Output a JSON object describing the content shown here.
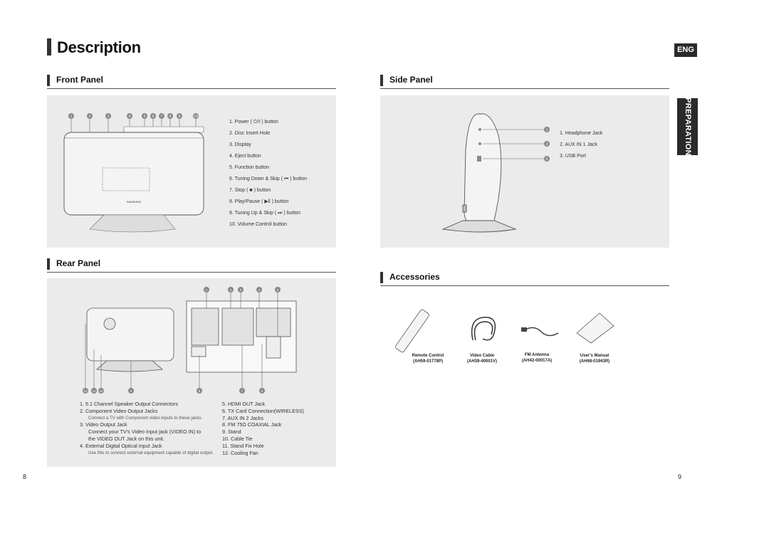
{
  "page": {
    "title": "Description",
    "language_badge": "ENG",
    "side_tab": "PREPARATION",
    "left_page_number": "8",
    "right_page_number": "9"
  },
  "front_panel": {
    "heading": "Front Panel",
    "items": [
      "1.  Power ( ⏻/I ) button",
      "2.  Disc Insert Hole",
      "3.  Display",
      "4.  Eject button",
      "5.  Function button",
      "6.  Tuning Down & Skip ( ⏮ ) button",
      "7.  Stop ( ■ ) button",
      "8.  Play/Pause ( ▶‖ ) button",
      "9.  Tuning Up & Skip ( ⏭ ) button",
      "10. Volume Control button"
    ],
    "callouts": [
      "1",
      "2",
      "3",
      "4",
      "5",
      "6",
      "7",
      "8",
      "9",
      "10"
    ],
    "brand": "SAMSUNG"
  },
  "side_panel": {
    "heading": "Side Panel",
    "items": [
      "1.  Headphone Jack",
      "2.  AUX IN 1 Jack",
      "3.  USB Port"
    ],
    "callouts": [
      "1",
      "2",
      "3"
    ]
  },
  "rear_panel": {
    "heading": "Rear Panel",
    "top_callouts": [
      "1",
      "2",
      "3",
      "4",
      "5"
    ],
    "bottom_callouts": [
      "12",
      "11",
      "10",
      "9",
      "8",
      "7",
      "6"
    ],
    "left_items": [
      {
        "text": "1.  5.1 Channel Speaker Output Connectors",
        "style": "row"
      },
      {
        "text": "2.  Component Video Output Jacks",
        "style": "row"
      },
      {
        "text": "Connect a TV with Component video inputs to these jacks.",
        "style": "sub small"
      },
      {
        "text": "3.  Video Output Jack",
        "style": "row"
      },
      {
        "text": "Connect your TV's Video Input jack (VIDEO IN) to",
        "style": "sub"
      },
      {
        "text": "the VIDEO OUT Jack on this unit.",
        "style": "sub"
      },
      {
        "text": "4.  External Digital Optical Input Jack",
        "style": "row"
      },
      {
        "text": "Use this to connect external equipment capable of digital output.",
        "style": "sub small"
      }
    ],
    "right_items": [
      "5.  HDMI OUT Jack",
      "6.  TX Card Connection(WIRELESS)",
      "7.  AUX IN 2 Jacks",
      "8.  FM 75Ω COAXIAL Jack",
      "9.  Stand",
      "10. Cable Tie",
      "11. Stand Fix Hole",
      "12. Cooling Fan"
    ]
  },
  "accessories": {
    "heading": "Accessories",
    "items": [
      {
        "name": "Remote Control",
        "code": "(AH59-01778P)"
      },
      {
        "name": "Video Cable",
        "code": "(AH39-40001V)"
      },
      {
        "name": "FM Antenna",
        "code": "(AH42-00017A)"
      },
      {
        "name": "User's Manual",
        "code": "(AH68-01943R)"
      }
    ]
  },
  "colors": {
    "panel_bg": "#ebebeb",
    "dark": "#2a2a2a",
    "rule": "#555555"
  }
}
